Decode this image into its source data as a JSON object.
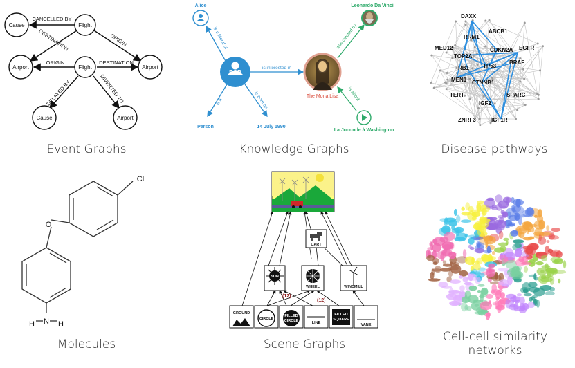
{
  "captions": {
    "event": "Event Graphs",
    "knowledge": "Knowledge Graphs",
    "disease": "Disease pathways",
    "molecules": "Molecules",
    "scene": "Scene Graphs",
    "cell_line1": "Cell-cell similarity",
    "cell_line2": "networks"
  },
  "event_graph": {
    "nodes": {
      "cause_top": "Cause",
      "flight_top": "Flight",
      "airport_left": "Airport",
      "flight_mid": "Flight",
      "airport_right": "Airport",
      "cause_bottom": "Cause",
      "airport_bottom": "Airport"
    },
    "edges": {
      "cancelled_by": "CANCELLED BY",
      "destination_top": "DESTINATION",
      "origin_top": "ORIGIN",
      "origin_mid": "ORIGIN",
      "destination_mid": "DESTINATION",
      "delayed_by": "DELAYED BY",
      "diverted_to": "DIVERTED TO"
    }
  },
  "knowledge_graph": {
    "nodes": {
      "alice": "Alice",
      "bob": "BOB",
      "leonardo": "Leonardo Da Vinci",
      "mona_lisa": "The Mona Lisa",
      "person": "Person",
      "date": "14 July 1990",
      "joconde": "La Joconde à Washington"
    },
    "edges": {
      "friend": "is a friend of",
      "interested": "is interested in",
      "created": "was created by",
      "isa": "is a",
      "born": "is born on",
      "about": "is about"
    },
    "colors": {
      "blue": "#2f8fd0",
      "green": "#2eaa6a",
      "red": "#d94a3a"
    }
  },
  "disease": {
    "genes": {
      "daxx": "DAXX",
      "abcb1": "ABCB1",
      "rrm1": "RRM1",
      "med12": "MED12",
      "cdkn2a": "CDKN2A",
      "egfr": "EGFR",
      "top2a": "TOP2A",
      "braf": "BRAF",
      "rb1": "RB1",
      "tp53": "TP53",
      "men1": "MEN1",
      "ctnnb1": "CTNNB1",
      "tert": "TERT",
      "sparc": "SPARC",
      "igf2": "IGF2",
      "znrf3": "ZNRF3",
      "igf1r": "IGF1R"
    },
    "colors": {
      "hub_edge": "#2d8fe0",
      "bg_edge": "#c4c4c4"
    }
  },
  "molecule": {
    "atoms": {
      "cl": "Cl",
      "o": "O",
      "n": "N",
      "h1": "H",
      "h2": "H"
    }
  },
  "scene_graph": {
    "nodes": {
      "cart": "CART",
      "sun": "SUN",
      "wheel": "WHEEL",
      "windmill": "WINDMILL",
      "ground": "GROUND",
      "circle": "CIRCLE",
      "filled_circle_1": "FILLED",
      "filled_circle_2": "CIRCLE",
      "line": "LINE",
      "filled_square_1": "FILLED",
      "filled_square_2": "SQUARE",
      "vane": "VANE"
    },
    "counts": {
      "sun": "(12)",
      "wheel": "(12)"
    }
  }
}
